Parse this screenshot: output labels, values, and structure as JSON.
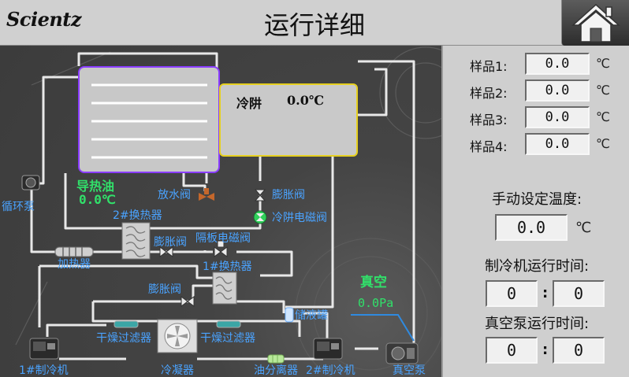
{
  "header": {
    "logo": "Scientz",
    "title": "运行详细",
    "home_icon": "home-icon"
  },
  "diagram": {
    "heater_tank": {
      "name": "导热油",
      "value": "0.0℃"
    },
    "cold_trap": {
      "name": "冷阱",
      "value": "0.0℃"
    },
    "vacuum": {
      "name": "真空",
      "value": "0.0Pa"
    },
    "labels": {
      "circulation_pump": "循环泵",
      "heat_exchanger_2": "2#换热器",
      "drain_valve": "放水阀",
      "expansion_valve_top": "膨胀阀",
      "cold_trap_solenoid": "冷阱电磁阀",
      "expansion_valve_mid": "膨胀阀",
      "plate_solenoid": "隔板电磁阀",
      "heater": "加热器",
      "heat_exchanger_1": "1#换热器",
      "expansion_valve_low": "膨胀阀",
      "receiver": "储液罐",
      "dryer_filter_left": "干燥过滤器",
      "dryer_filter_right": "干燥过滤器",
      "compressor_1": "1#制冷机",
      "condenser": "冷凝器",
      "oil_separator": "油分离器",
      "compressor_2": "2#制冷机",
      "vacuum_pump": "真空泵"
    }
  },
  "samples": [
    {
      "label": "样品1:",
      "value": "0.0",
      "unit": "℃"
    },
    {
      "label": "样品2:",
      "value": "0.0",
      "unit": "℃"
    },
    {
      "label": "样品3:",
      "value": "0.0",
      "unit": "℃"
    },
    {
      "label": "样品4:",
      "value": "0.0",
      "unit": "℃"
    }
  ],
  "manual_temp": {
    "label": "手动设定温度:",
    "value": "0.0",
    "unit": "℃"
  },
  "chiller_runtime": {
    "label": "制冷机运行时间:",
    "hours": "0",
    "minutes": "0",
    "separator": ":"
  },
  "vacuum_runtime": {
    "label": "真空泵运行时间:",
    "hours": "0",
    "minutes": "0",
    "separator": ":"
  },
  "colors": {
    "pipe": "#e6e6e6",
    "label_blue": "#4aa3ff",
    "value_green": "#31e06a",
    "tank_border": "#8a3cff",
    "cold_trap_border": "#e6d020"
  }
}
